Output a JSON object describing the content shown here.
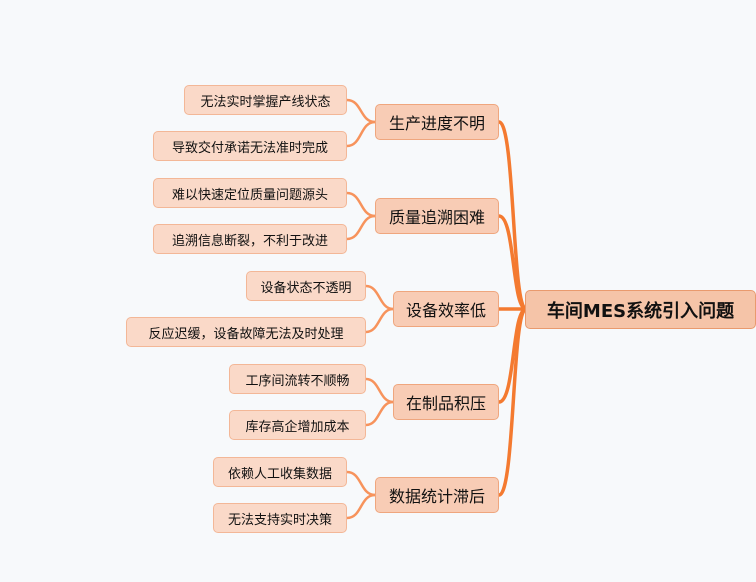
{
  "root": {
    "label": "车间MES系统引入问题"
  },
  "branches": [
    {
      "label": "生产进度不明",
      "children": [
        "无法实时掌握产线状态",
        "导致交付承诺无法准时完成"
      ]
    },
    {
      "label": "质量追溯困难",
      "children": [
        "难以快速定位质量问题源头",
        "追溯信息断裂，不利于改进"
      ]
    },
    {
      "label": "设备效率低",
      "children": [
        "设备状态不透明",
        "反应迟缓，设备故障无法及时处理"
      ]
    },
    {
      "label": "在制品积压",
      "children": [
        "工序间流转不顺畅",
        "库存高企增加成本"
      ]
    },
    {
      "label": "数据统计滞后",
      "children": [
        "依赖人工收集数据",
        "无法支持实时决策"
      ]
    }
  ],
  "colors": {
    "main_line": "#f47a30",
    "leaf_line": "#f7935c",
    "root_fill": "#f5c4a8",
    "branch_fill": "#f8ccb5",
    "leaf_fill": "#fad9c8"
  }
}
